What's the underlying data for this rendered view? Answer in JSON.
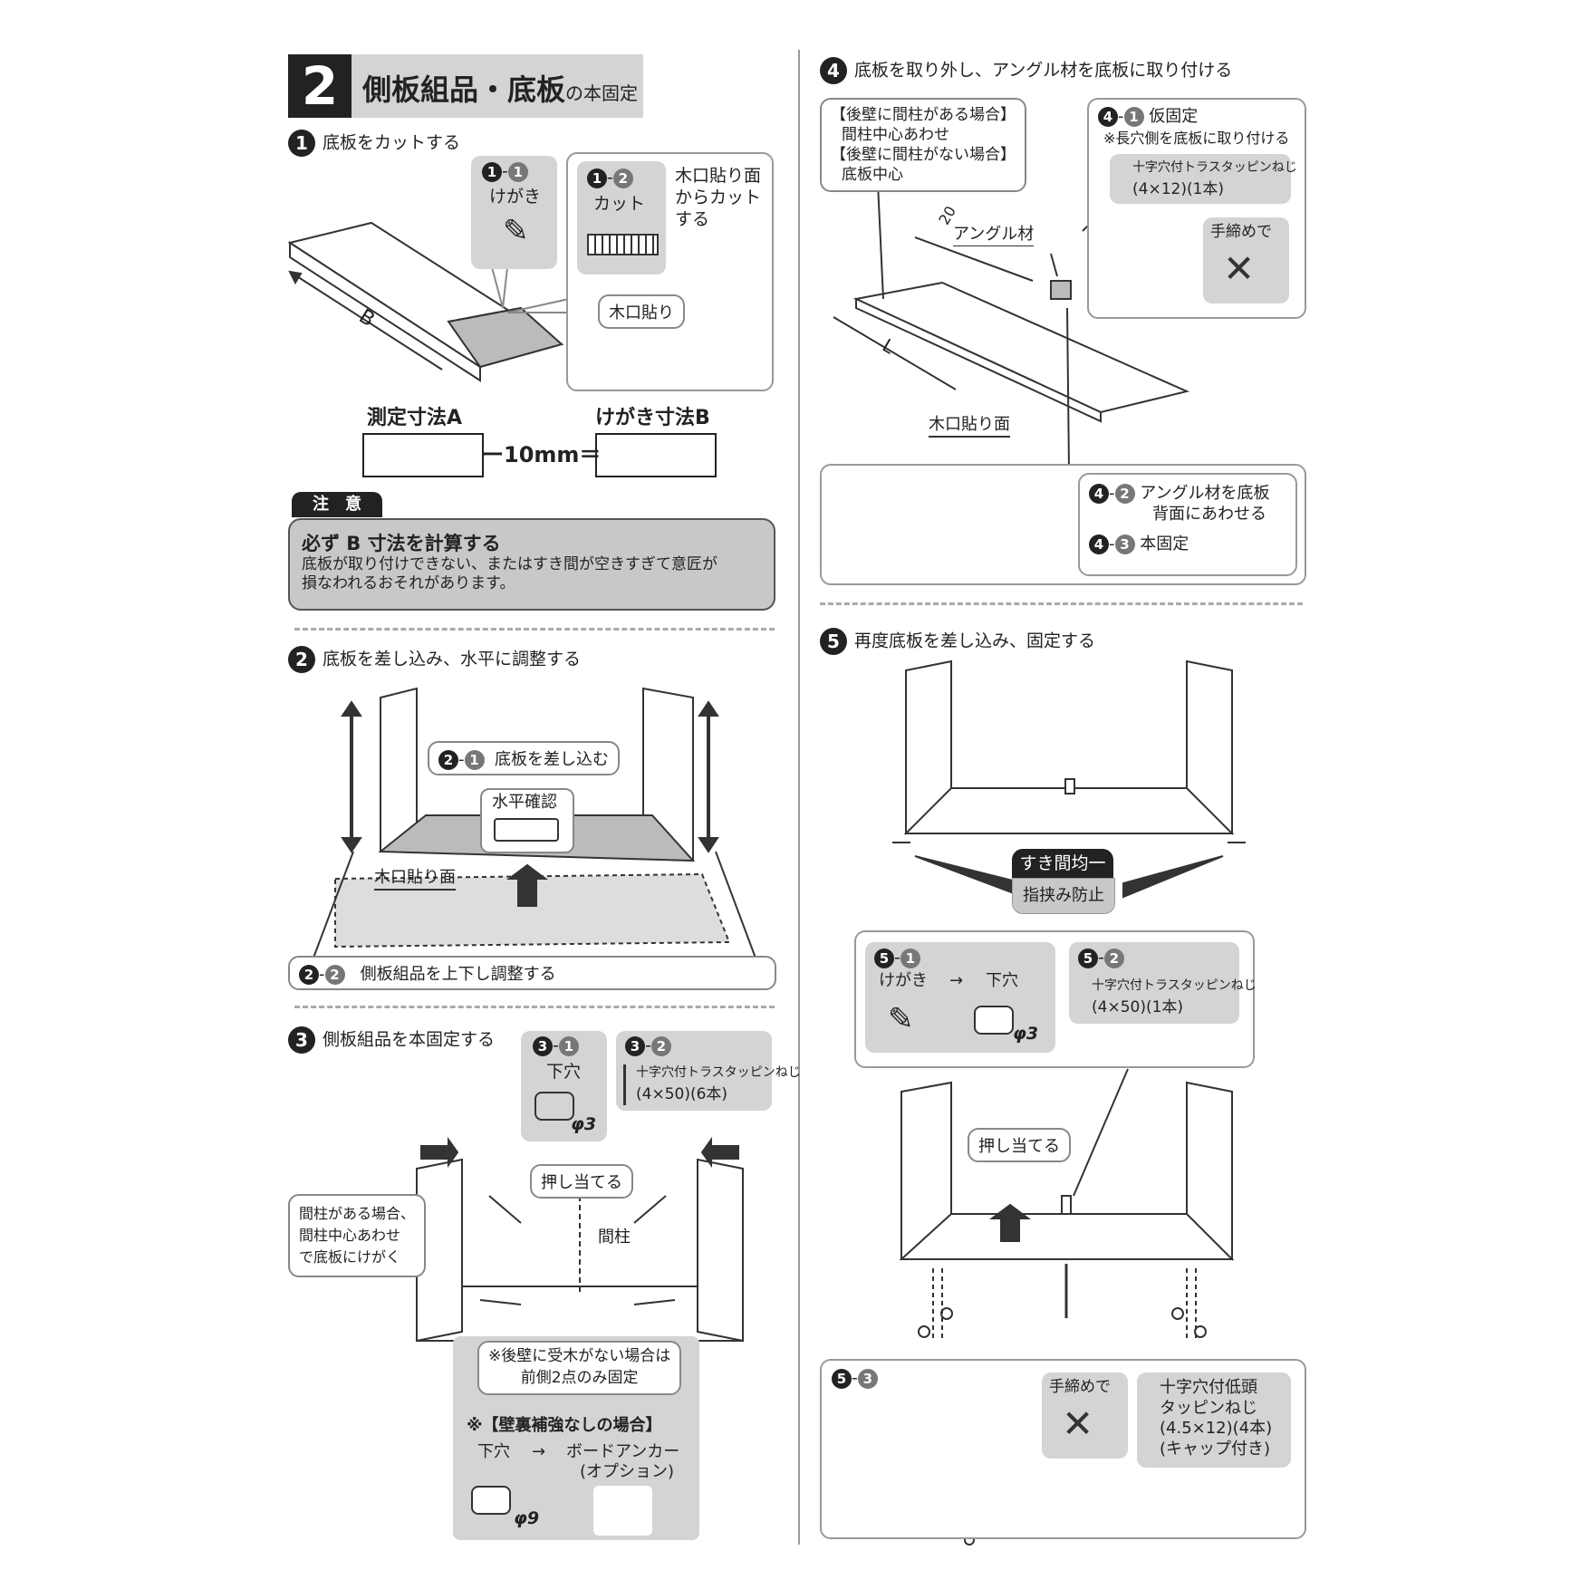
{
  "section": {
    "number": "2",
    "title": "側板組品・底板",
    "title_suffix": "の本固定"
  },
  "step1": {
    "num": "1",
    "title": "底板をカットする",
    "sub1_label": "1-1",
    "sub1_text": "けがき",
    "sub2_label": "1-2",
    "sub2_text": "カット",
    "sub2_note": [
      "木口貼り面",
      "からカット",
      "する"
    ],
    "edge_label": "木口貼り",
    "dim_B": "B",
    "measure_A": "測定寸法A",
    "score_B": "けがき寸法B",
    "formula": "ー10mm＝"
  },
  "caution": {
    "tag": "注　意",
    "heading": "必ず B 寸法を計算する",
    "text": [
      "底板が取り付けできない、またはすき間が空きすぎて意匠が",
      "損なわれるおそれがあります。"
    ]
  },
  "step2": {
    "num": "2",
    "title": "底板を差し込み、水平に調整する",
    "callout1": "底板を差し込む",
    "callout1_label": "2-1",
    "level": "水平確認",
    "edge": "木口貼り面",
    "callout2": "側板組品を上下し調整する",
    "callout2_label": "2-2"
  },
  "step3": {
    "num": "3",
    "title": "側板組品を本固定する",
    "sub1_label": "3-1",
    "sub1_text": "下穴",
    "sub1_drill": "φ3",
    "sub2_label": "3-2",
    "sub2_screw": "十字穴付トラスタッピンねじ",
    "sub2_spec": "(4×50)(6本)",
    "press": "押し当てる",
    "stud": "間柱",
    "stud_note": [
      "間柱がある場合、",
      "間柱中心あわせ",
      "で底板にけがく"
    ],
    "rear_note": [
      "※後壁に受木がない場合は",
      "前側2点のみ固定"
    ],
    "wall_title": "※【壁裏補強なしの場合】",
    "wall_pilot": "下穴",
    "arrow": "→",
    "wall_anchor": "ボードアンカー",
    "wall_option": "(オプション)",
    "wall_drill": "φ9"
  },
  "step4": {
    "num": "4",
    "title": "底板を取り外し、アングル材を底板に取り付ける",
    "cond": [
      "【後壁に間柱がある場合】",
      "間柱中心あわせ",
      "【後壁に間柱がない場合】",
      "底板中心"
    ],
    "angle": "アングル材",
    "dim20": "20",
    "dimL": "L",
    "edge": "木口貼り面",
    "sub1_label": "4-1",
    "sub1_title": "仮固定",
    "sub1_note": "※長穴側を底板に取り付ける",
    "sub1_screw": "十字穴付トラスタッピンねじ",
    "sub1_spec": "(4×12)(1本)",
    "hand": "手締めで",
    "sub2_label": "4-2",
    "sub2_text": [
      "アングル材を底板",
      "背面にあわせる"
    ],
    "sub3_label": "4-3",
    "sub3_text": "本固定"
  },
  "step5": {
    "num": "5",
    "title": "再度底板を差し込み、固定する",
    "gap": "すき間均一",
    "pinch": "指挟み防止",
    "sub1_label": "5-1",
    "sub1_a": "けがき",
    "sub1_arrow": "→",
    "sub1_b": "下穴",
    "sub1_drill": "φ3",
    "sub2_label": "5-2",
    "sub2_screw": "十字穴付トラスタッピンねじ",
    "sub2_spec": "(4×50)(1本)",
    "press": "押し当てる",
    "sub3_label": "5-3",
    "hand": "手締めで",
    "sub3_screw": [
      "十字穴付低頭",
      "タッピンねじ",
      "(4.5×12)(4本)",
      "(キャップ付き)"
    ]
  },
  "colors": {
    "dark": "#222222",
    "gray": "#d4d4d4",
    "mid": "#777777"
  }
}
